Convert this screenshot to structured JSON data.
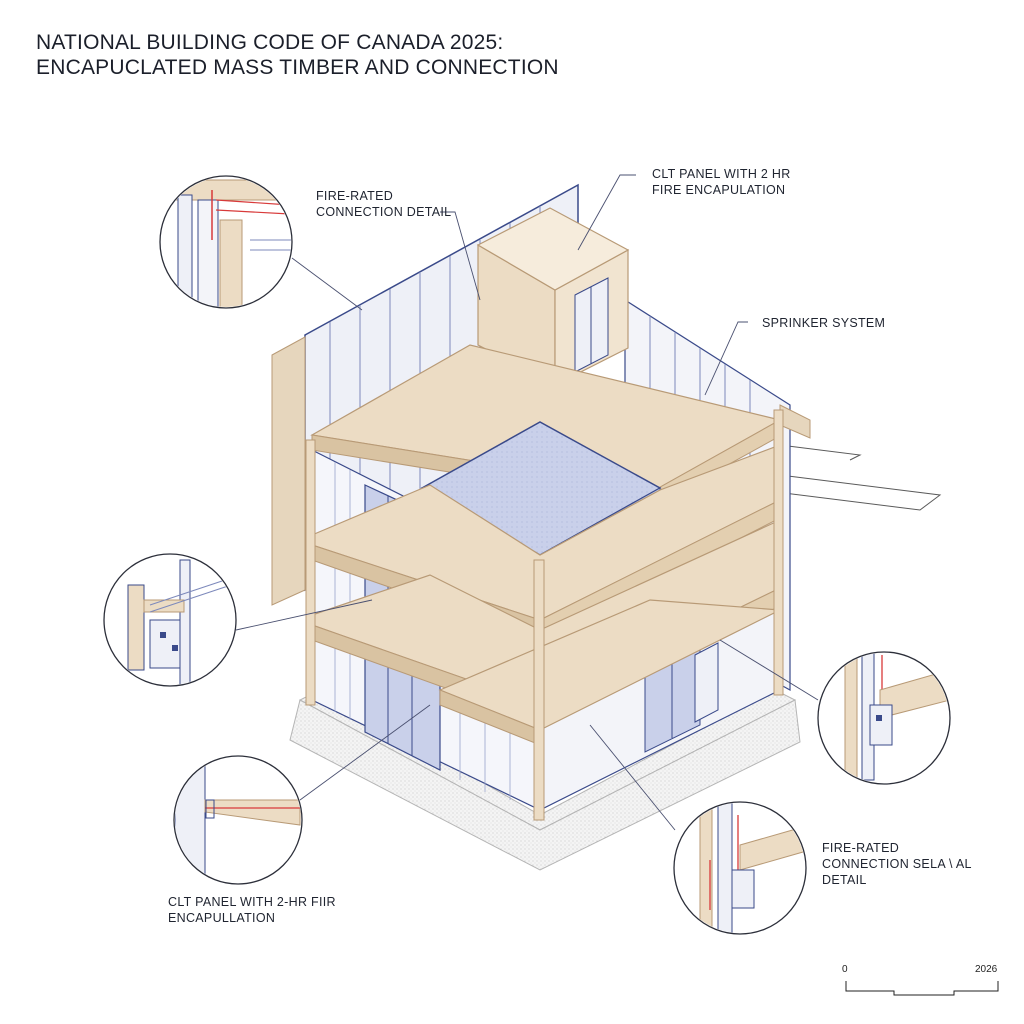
{
  "title": {
    "line1": "NATIONAL BUILDING CODE OF CANADA 2025:",
    "line2": "ENCAPUCLATED MASS TIMBER AND CONNECTION"
  },
  "callouts": {
    "fire_rated_connection": {
      "line1": "FIRE-RATED",
      "line2": "CONNECTION DETAIL"
    },
    "clt_panel_top": {
      "line1": "CLT PANEL WITH 2 HR",
      "line2": "FIRE ENCAPULATION"
    },
    "sprinkler": {
      "line1": "SPRINKER SYSTEM"
    },
    "clt_panel_bottom": {
      "line1": "CLT PANEL WITH 2-HR FIIR",
      "line2": "ENCAPULLATION"
    },
    "connection_seal": {
      "line1": "FIRE-RATED",
      "line2": "CONNECTION SELA \\ AL",
      "line3": "DETAIL"
    }
  },
  "scale_bar": {
    "start_label": "0",
    "end_label": "2026"
  },
  "colors": {
    "timber": "#ecdcc4",
    "timber_edge": "#b89a76",
    "glass": "#c7cfe8",
    "line": "#3a4a8a",
    "fire_red": "#d83a3a",
    "ink": "#1f2430"
  }
}
